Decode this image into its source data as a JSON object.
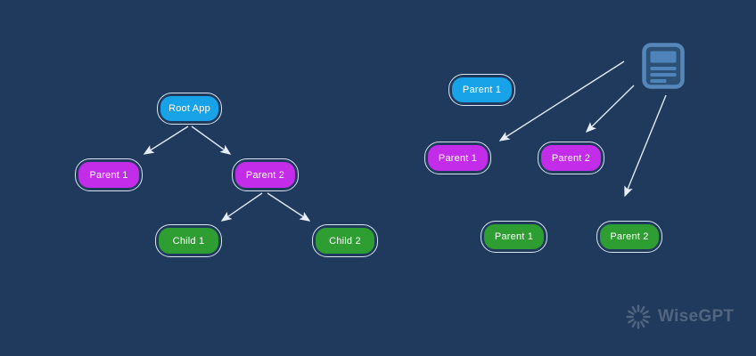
{
  "canvas": {
    "background": "#203a5d",
    "description": "Two node-graph diagrams on a dark navy canvas with a WiseGPT watermark"
  },
  "colors": {
    "blue": "#18a2e8",
    "magenta": "#c32ce8",
    "green": "#2f9e32",
    "node_ring": "#d9e4f2",
    "arrow": "#e3ebf7",
    "doc_icon_stroke": "#5587bb",
    "doc_icon_fill": "#2d5176",
    "watermark": "#51657e"
  },
  "left_tree": {
    "nodes": [
      {
        "label": "Root App",
        "color_key": "blue"
      },
      {
        "label": "Parent 1",
        "color_key": "magenta"
      },
      {
        "label": "Parent 2",
        "color_key": "magenta"
      },
      {
        "label": "Child 1",
        "color_key": "green"
      },
      {
        "label": "Child 2",
        "color_key": "green"
      }
    ],
    "edges": [
      {
        "from": "Root App",
        "to": "Parent 1"
      },
      {
        "from": "Root App",
        "to": "Parent 2"
      },
      {
        "from": "Parent 2",
        "to": "Child 1"
      },
      {
        "from": "Parent 2",
        "to": "Child 2"
      }
    ]
  },
  "right_group": {
    "nodes": [
      {
        "label": "Parent 1",
        "color_key": "blue"
      },
      {
        "label": "Parent 1",
        "color_key": "magenta"
      },
      {
        "label": "Parent 2",
        "color_key": "magenta"
      },
      {
        "label": "Parent 1",
        "color_key": "green"
      },
      {
        "label": "Parent 2",
        "color_key": "green"
      }
    ],
    "source_icon": "document-icon",
    "edges": [
      {
        "from": "document-icon",
        "to": "Parent 1 (magenta)"
      },
      {
        "from": "document-icon",
        "to": "Parent 2 (magenta)"
      },
      {
        "from": "document-icon",
        "to": "Parent 2 (green)"
      }
    ]
  },
  "watermark": {
    "brand": "WiseGPT",
    "icon": "aperture-burst-icon"
  }
}
